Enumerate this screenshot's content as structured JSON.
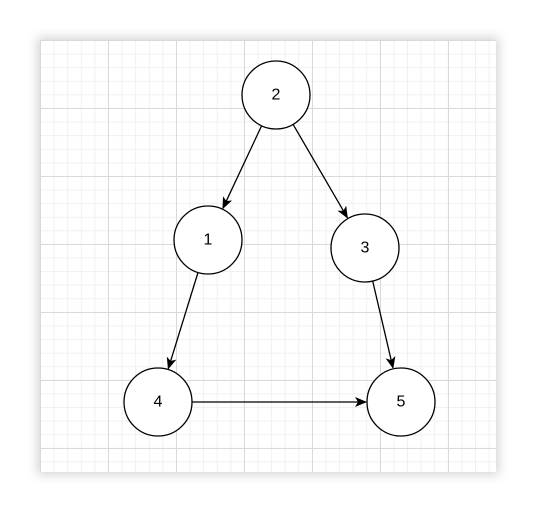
{
  "diagram": {
    "type": "directed-graph",
    "colors": {
      "stroke": "#000000",
      "node_fill": "#ffffff",
      "grid_major": "#d9d9d9",
      "grid_minor": "#f0f0f0"
    },
    "nodes": [
      {
        "id": "n2",
        "label": "2"
      },
      {
        "id": "n1",
        "label": "1"
      },
      {
        "id": "n3",
        "label": "3"
      },
      {
        "id": "n4",
        "label": "4"
      },
      {
        "id": "n5",
        "label": "5"
      }
    ],
    "edges": [
      {
        "from": "2",
        "to": "1"
      },
      {
        "from": "2",
        "to": "3"
      },
      {
        "from": "1",
        "to": "4"
      },
      {
        "from": "3",
        "to": "5"
      },
      {
        "from": "4",
        "to": "5"
      }
    ]
  }
}
